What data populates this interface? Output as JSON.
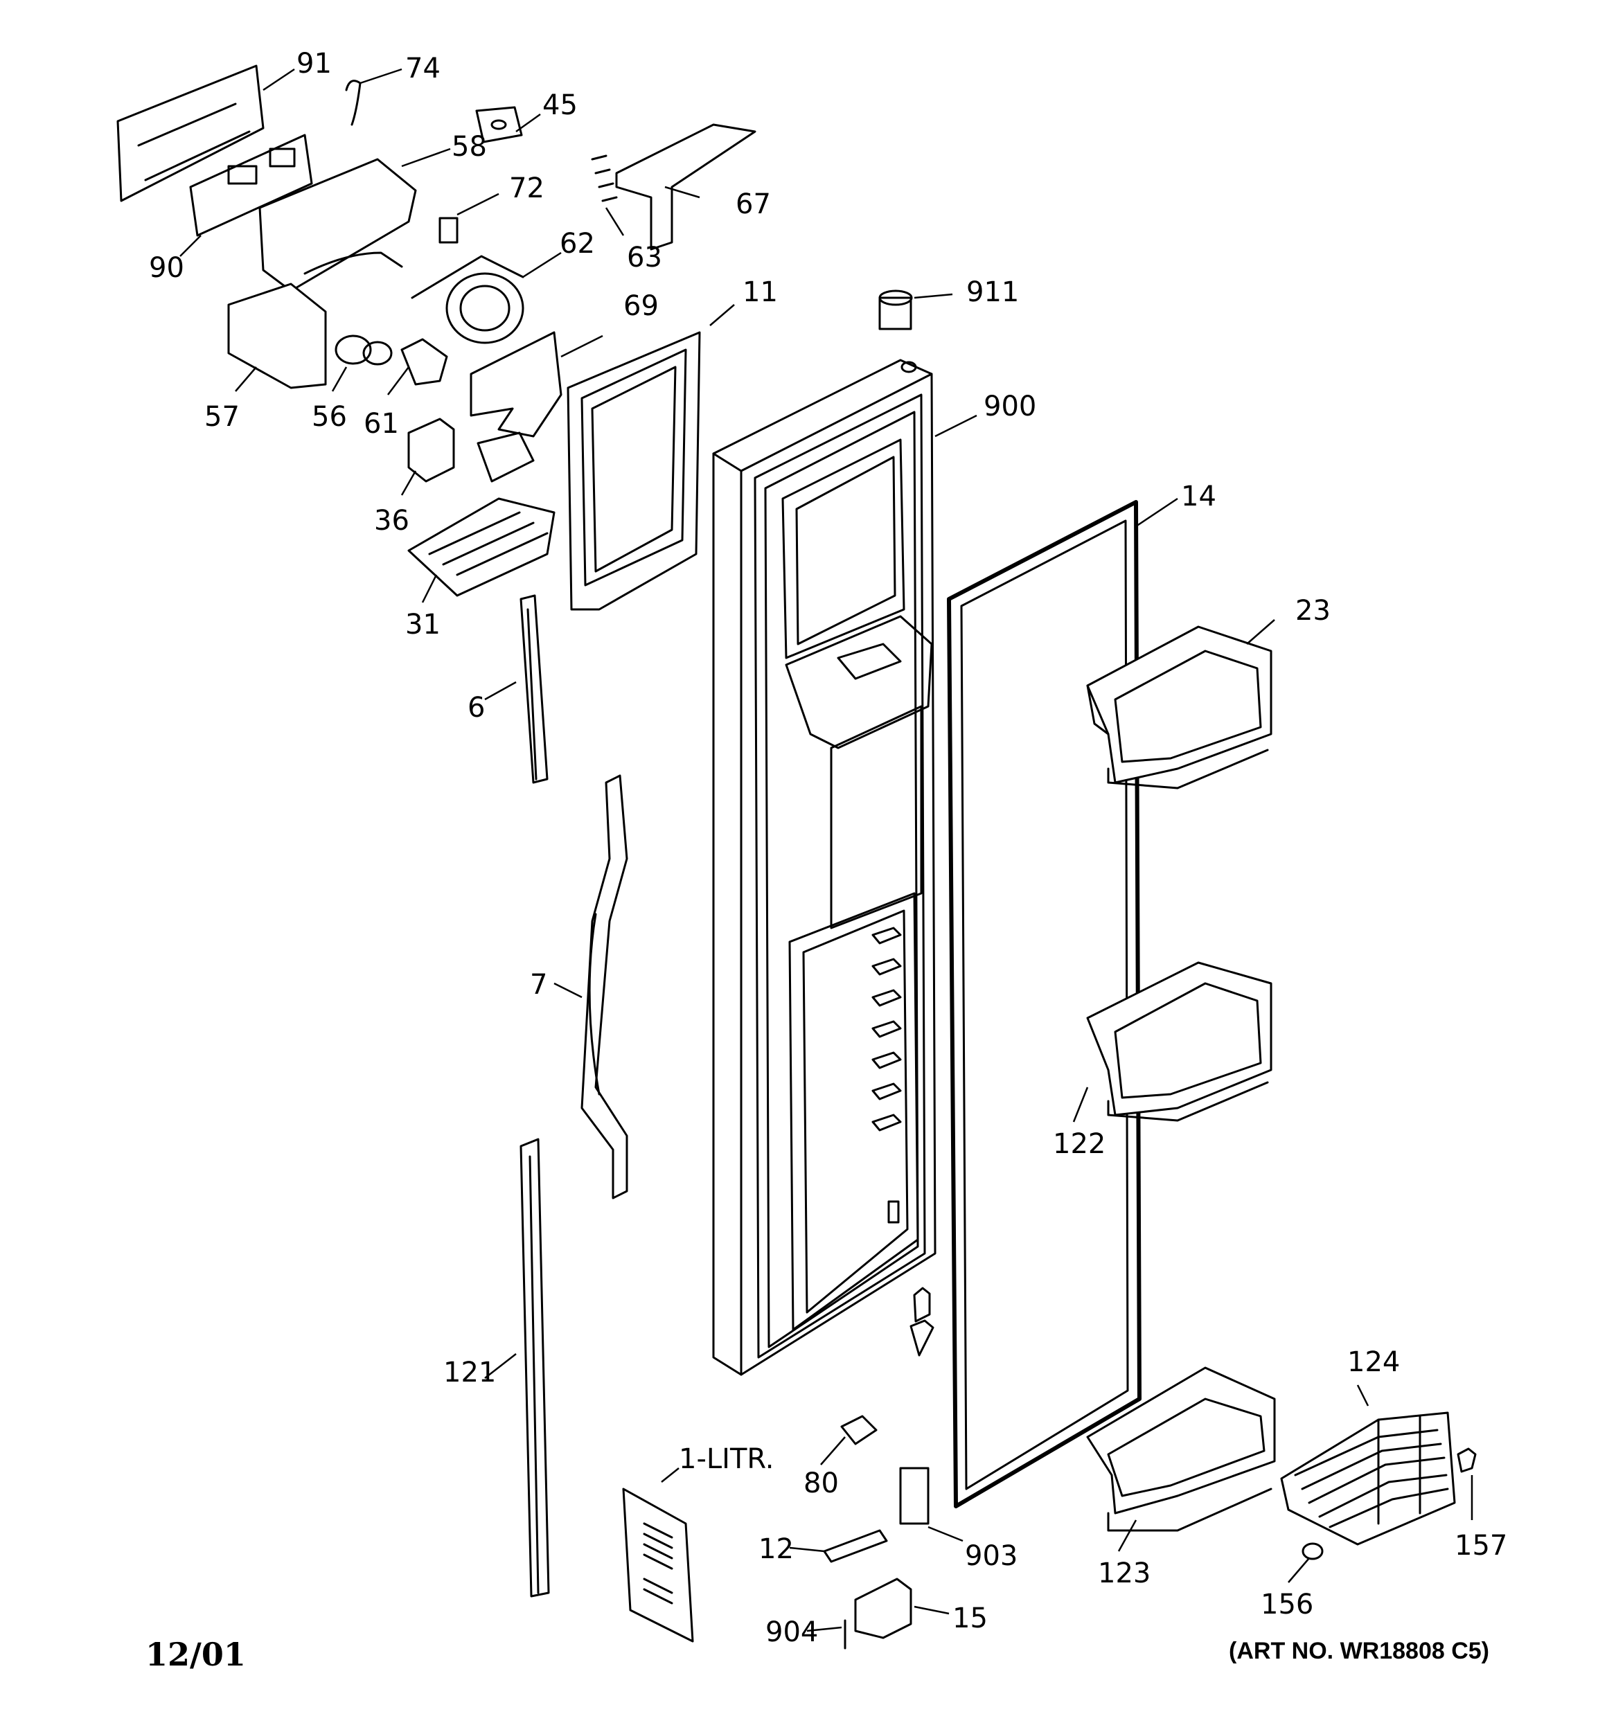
{
  "parts": [
    {
      "id": "p91",
      "label": "91"
    },
    {
      "id": "p74",
      "label": "74"
    },
    {
      "id": "p45",
      "label": "45"
    },
    {
      "id": "p58",
      "label": "58"
    },
    {
      "id": "p72",
      "label": "72"
    },
    {
      "id": "p67",
      "label": "67"
    },
    {
      "id": "p63",
      "label": "63"
    },
    {
      "id": "p90",
      "label": "90"
    },
    {
      "id": "p62",
      "label": "62"
    },
    {
      "id": "p11",
      "label": "11"
    },
    {
      "id": "p911",
      "label": "911"
    },
    {
      "id": "p69",
      "label": "69"
    },
    {
      "id": "p57",
      "label": "57"
    },
    {
      "id": "p56",
      "label": "56"
    },
    {
      "id": "p61",
      "label": "61"
    },
    {
      "id": "p900",
      "label": "900"
    },
    {
      "id": "p36",
      "label": "36"
    },
    {
      "id": "p14",
      "label": "14"
    },
    {
      "id": "p31",
      "label": "31"
    },
    {
      "id": "p23",
      "label": "23"
    },
    {
      "id": "p6",
      "label": "6"
    },
    {
      "id": "p7",
      "label": "7"
    },
    {
      "id": "p122",
      "label": "122"
    },
    {
      "id": "p121",
      "label": "121"
    },
    {
      "id": "p124",
      "label": "124"
    },
    {
      "id": "p1litr",
      "label": "1-LITR."
    },
    {
      "id": "p80",
      "label": "80"
    },
    {
      "id": "p12",
      "label": "12"
    },
    {
      "id": "p903",
      "label": "903"
    },
    {
      "id": "p123",
      "label": "123"
    },
    {
      "id": "p157",
      "label": "157"
    },
    {
      "id": "p156",
      "label": "156"
    },
    {
      "id": "p904",
      "label": "904"
    },
    {
      "id": "p15",
      "label": "15"
    }
  ],
  "footer": {
    "date": "12/01",
    "art_number": "(ART NO. WR18808 C5)"
  }
}
